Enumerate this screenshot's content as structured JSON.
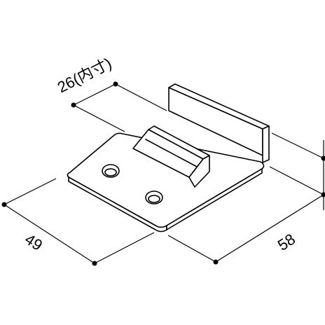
{
  "drawing": {
    "subject": "bracket",
    "dimensions": {
      "width_inner": "26(内寸)",
      "depth": "49",
      "length": "58"
    },
    "colors": {
      "line": "#000000",
      "background": "#ffffff"
    }
  }
}
